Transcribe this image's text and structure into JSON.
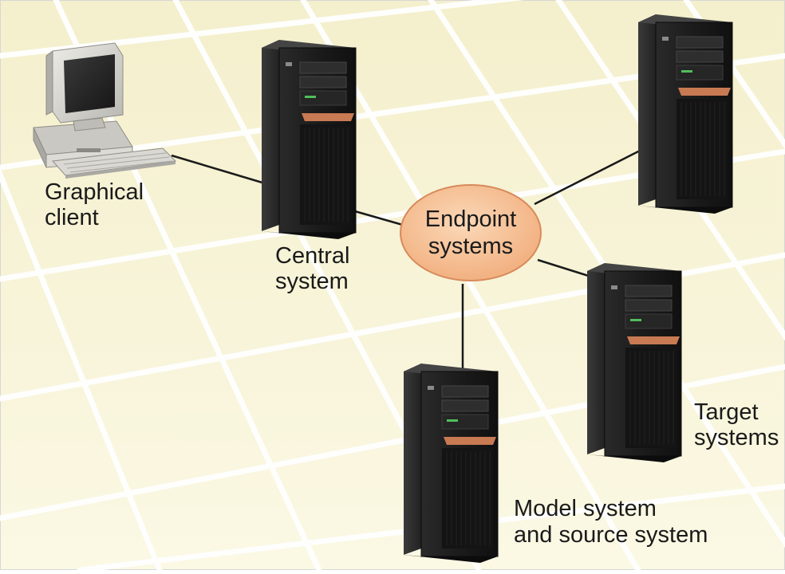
{
  "nodes": {
    "graphical_client": {
      "line1": "Graphical",
      "line2": "client"
    },
    "central_system": {
      "line1": "Central",
      "line2": "system"
    },
    "endpoint_systems": {
      "line1": "Endpoint",
      "line2": "systems"
    },
    "target_systems": {
      "line1": "Target",
      "line2": "systems"
    },
    "model_source_system": {
      "line1": "Model system",
      "line2": "and source system"
    }
  },
  "colors": {
    "background": "#f6f2d2",
    "grid_line": "#ffffff",
    "connector": "#1a1a1a",
    "endpoint_fill": "#f7c49a",
    "endpoint_stroke": "#d88a5a",
    "server_body": "#1c1c1c",
    "server_accent": "#c87a52",
    "monitor_body": "#d6d6d2"
  },
  "icons": [
    "desktop-computer-icon",
    "tower-server-icon"
  ]
}
